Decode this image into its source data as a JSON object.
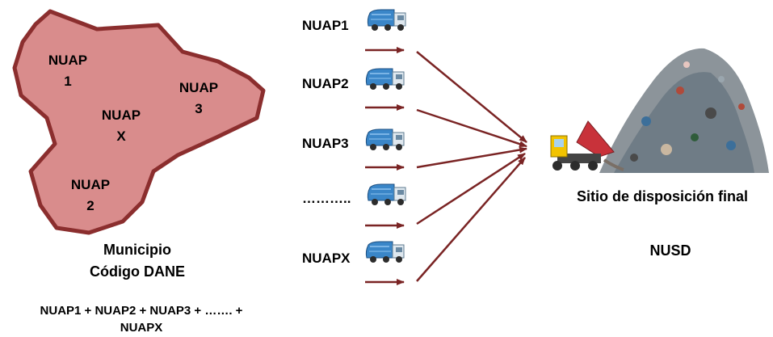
{
  "municipality": {
    "zones": [
      {
        "line1": "NUAP",
        "line2": "1"
      },
      {
        "line1": "NUAP",
        "line2": "3"
      },
      {
        "line1": "NUAP",
        "line2": "X"
      },
      {
        "line1": "NUAP",
        "line2": "2"
      }
    ],
    "caption_line1": "Municipio",
    "caption_line2": "Código DANE",
    "formula_line1": "NUAP1 + NUAP2 + NUAP3 + ……. +",
    "formula_line2": "NUAPX"
  },
  "collection_sources": [
    {
      "label": "NUAP1",
      "icon": "garbage-truck-icon"
    },
    {
      "label": "NUAP2",
      "icon": "garbage-truck-icon"
    },
    {
      "label": "NUAP3",
      "icon": "garbage-truck-icon"
    },
    {
      "label": "………..",
      "icon": "garbage-truck-icon"
    },
    {
      "label": "NUAPX",
      "icon": "garbage-truck-icon"
    }
  ],
  "disposal_site": {
    "caption": "Sitio de disposición final",
    "code": "NUSD",
    "icons": [
      "dump-truck-icon",
      "waste-pile-icon"
    ]
  },
  "colors": {
    "region_fill": "#d98c8c",
    "region_stroke": "#8b2e2e",
    "arrow": "#7a2424",
    "truck_body": "#3a86c8"
  }
}
